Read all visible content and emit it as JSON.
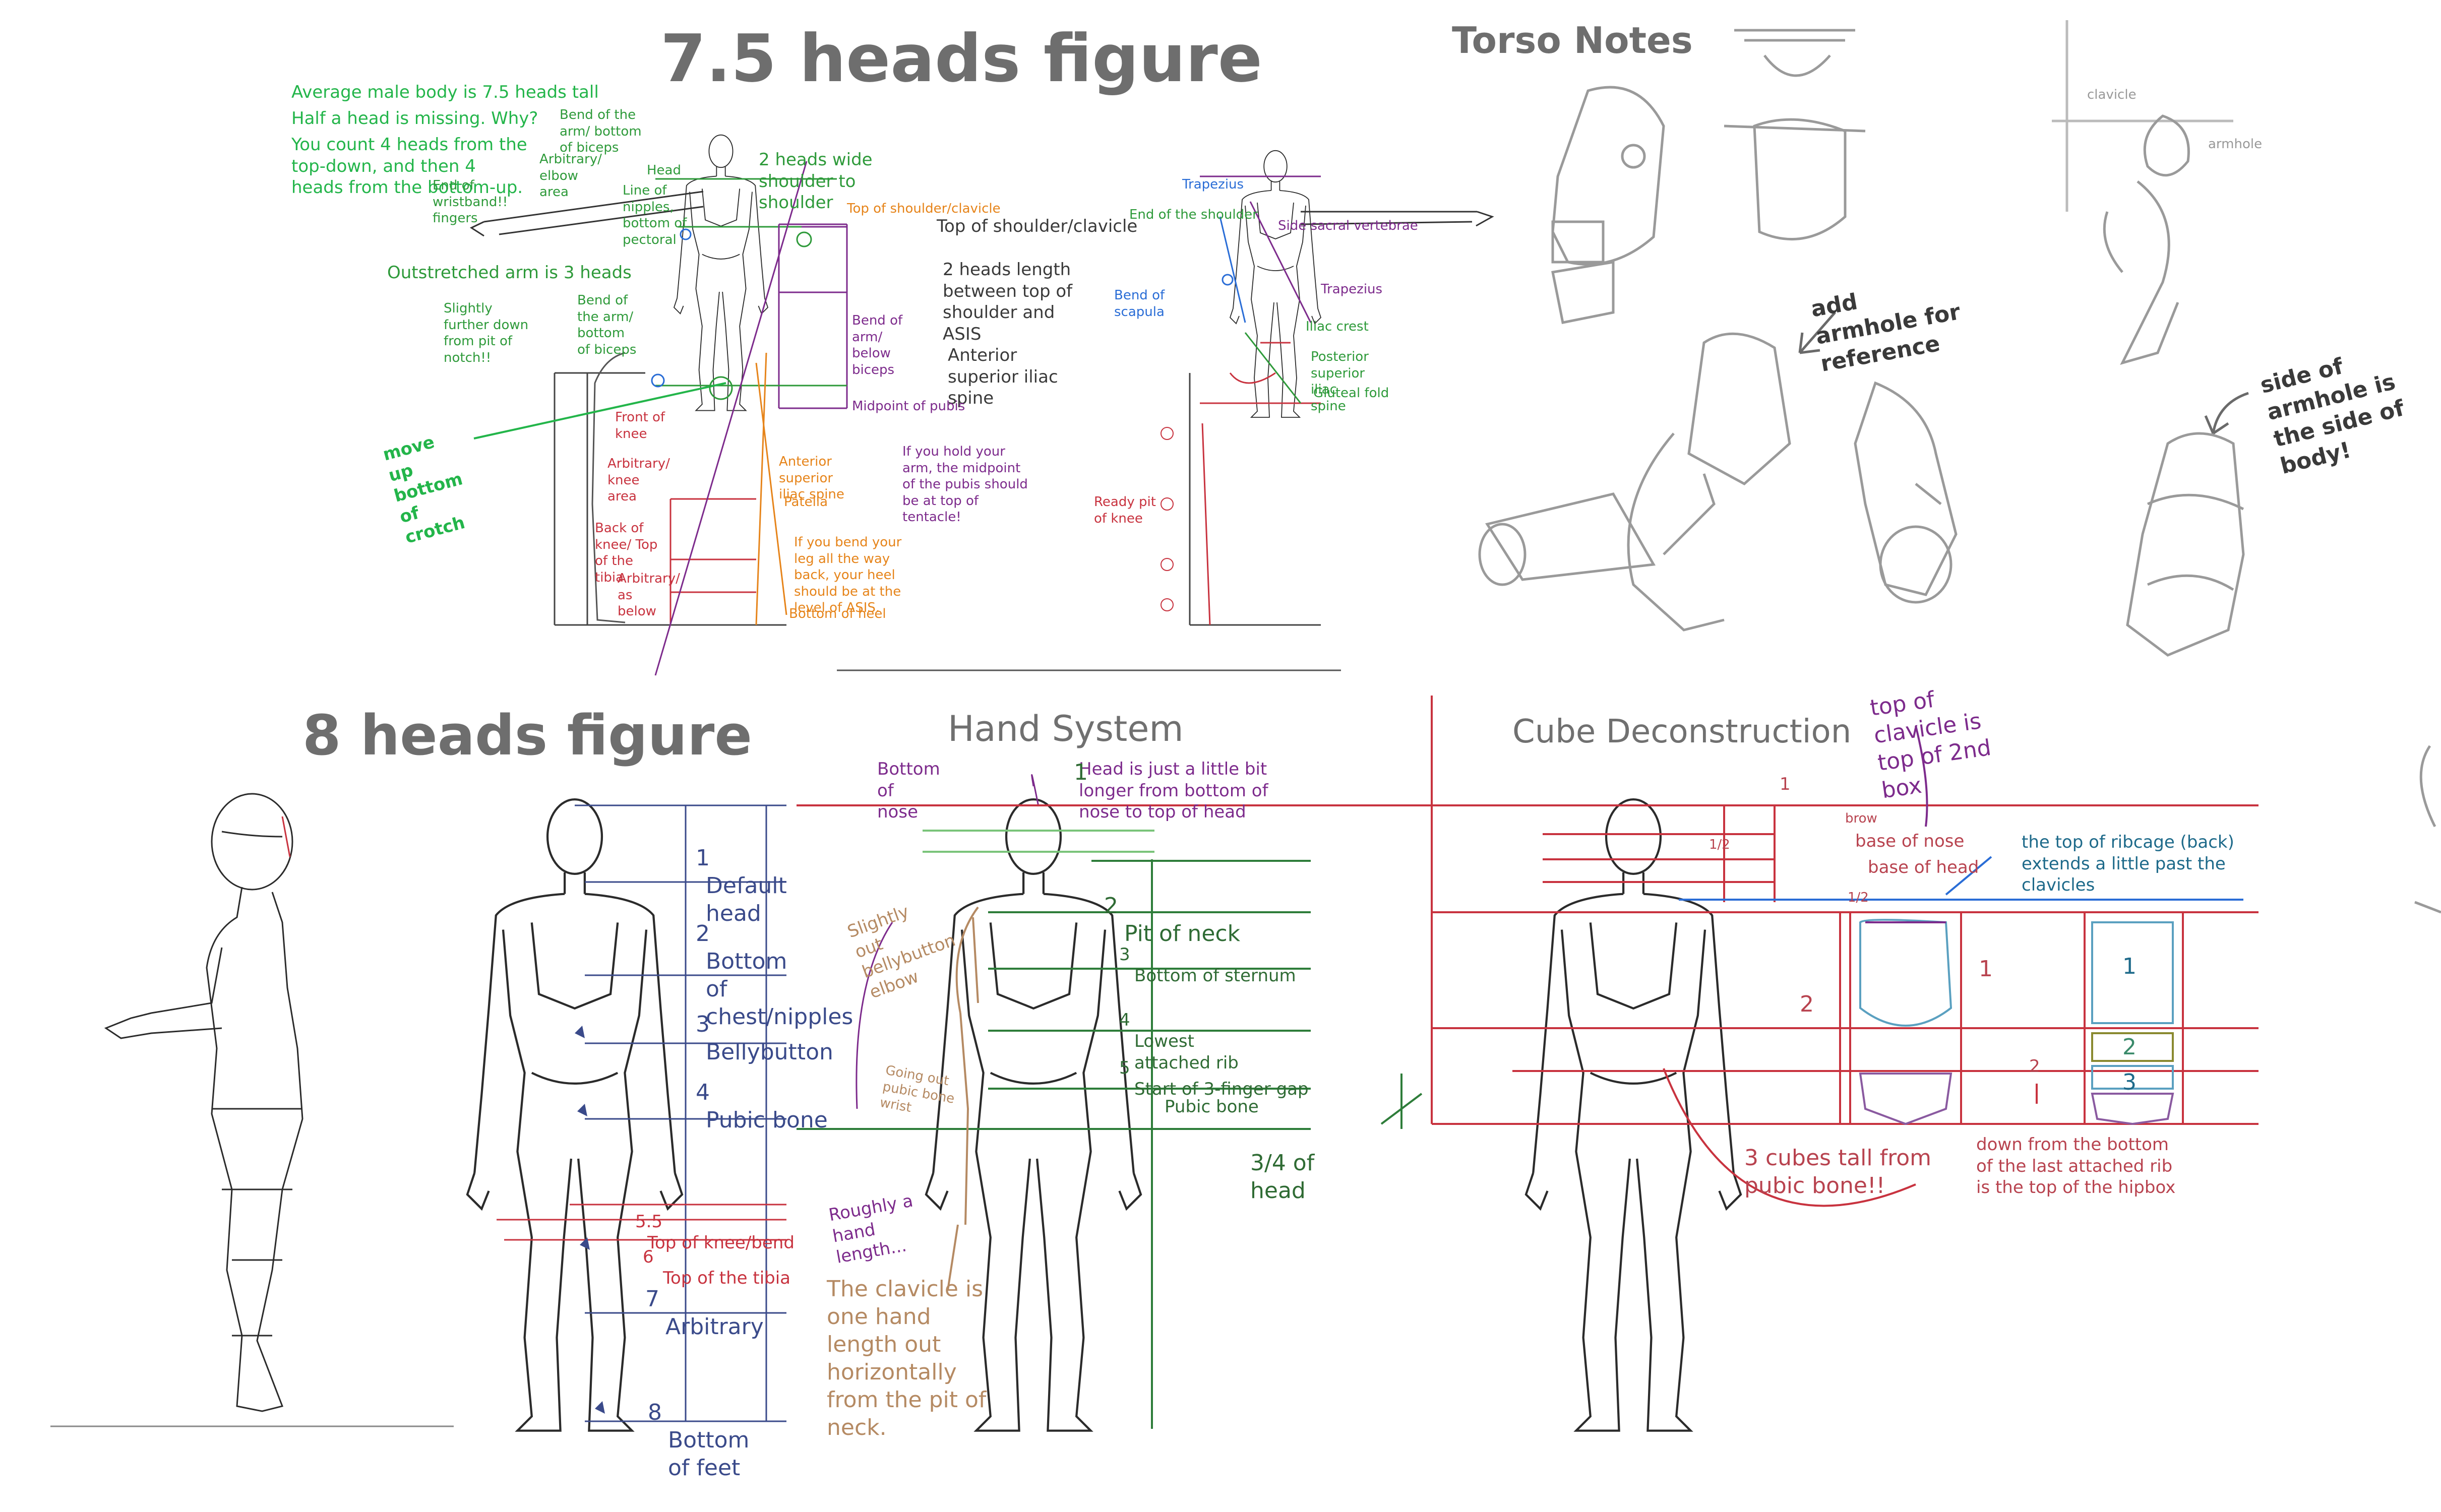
{
  "titles": {
    "seven_five": "7.5 heads figure",
    "torso": "Torso Notes",
    "eight": "8 heads figure",
    "hand": "Hand System",
    "cube": "Cube Deconstruction"
  },
  "notes_75": {
    "intro": [
      "Average male body is 7.5 heads tall",
      "Half a head is missing. Why?",
      "You count 4 heads from the top-down, and then 4 heads from the bottom-up."
    ],
    "move_up": "move up bottom of crotch",
    "outstretched": "Outstretched arm is 3 heads",
    "slightly_farther": "Slightly further down from pit of notch!!",
    "end_wrist": "End of wristband!! fingers",
    "arbitrary_elbow": "Arbitrary/ elbow area",
    "bend_arm": "Bend of the arm/ bottom of biceps",
    "head": "Head",
    "line_nipples": "Line of nipples, bottom of pectoral",
    "two_heads_wide": "2 heads wide shoulder to shoulder",
    "top_shoulder": "Top of shoulder/clavicle",
    "top_shoulder2": "Top of shoulder/clavicle",
    "two_heads_length": "2 heads length between top of shoulder and ASIS",
    "bend_arm2": "Bend of arm/ below biceps",
    "asis": "Anterior superior iliac spine",
    "midpoint": "Midpoint of pubis",
    "if_hold": "If you hold your arm, the midpoint of the pubis should be at top of tentacle!",
    "anterior_superior": "Anterior superior iliac spine",
    "patella": "Patella",
    "if_bend": "If you bend your leg all the way back, your heel should be at the level of ASIS.",
    "bottom_heel": "Bottom of heel",
    "front_of_knee": "Front of knee",
    "arbitrary_knee": "Arbitrary/ knee area",
    "top_tibia": "Back of knee/ Top of the tibia",
    "arbitrary_below": "Arbitrary/ as below",
    "bend_arm_side": "Bend of the arm/ bottom of biceps",
    "end_shoulder": "End of the shoulder",
    "trapezius": "Trapezius",
    "bend_scapula": "Bend of scapula",
    "side_sacral": "Side sacral vertebrae",
    "iliac_crest": "Iliac crest",
    "posterior_superior": "Posterior superior iliac spine",
    "gluteal": "Gluteal fold",
    "back_knee": "Ready pit of knee"
  },
  "torso": {
    "add_armhole": "add armhole for reference",
    "side_armhole": "side of armhole is the side of body!",
    "clavicle": "clavicle",
    "armhole": "armhole"
  },
  "eight": {
    "labels": [
      {
        "num": "1",
        "text": "Default head"
      },
      {
        "num": "2",
        "text": "Bottom of chest/nipples"
      },
      {
        "num": "3",
        "text": "Bellybutton"
      },
      {
        "num": "4",
        "text": "Pubic bone"
      },
      {
        "num": "5.5",
        "text": "Top of knee/bend"
      },
      {
        "num": "6",
        "text": "Top of the tibia"
      },
      {
        "num": "7",
        "text": "Arbitrary"
      },
      {
        "num": "8",
        "text": "Bottom of feet"
      }
    ]
  },
  "hand": {
    "bottom_nose": "Bottom of nose",
    "head_longer": "Head is just a little bit longer from bottom of nose to top of head",
    "labels": [
      {
        "num": "1",
        "text": ""
      },
      {
        "num": "2",
        "text": "Pit of neck"
      },
      {
        "num": "3",
        "text": "Bottom of sternum"
      },
      {
        "num": "4",
        "text": "Lowest attached rib"
      },
      {
        "num": "5",
        "text": "Start of 3-finger gap"
      },
      {
        "num": "",
        "text": "Pubic bone"
      }
    ],
    "slightly_out": "Slightly out bellybutton elbow",
    "going_out": "Going out pubic bone wrist",
    "roughly": "Roughly a hand length...",
    "clavicle": "The clavicle is one hand length out horizontally from the pit of neck.",
    "three_quarter": "3/4 of head"
  },
  "cube": {
    "top_clavicle": "top of clavicle is top of 2nd box",
    "brow": "brow",
    "base_nose": "base of nose",
    "base_head": "base of head",
    "top_ribcage": "the top of ribcage (back) extends a little past the clavicles",
    "half": "1/2",
    "one": "1",
    "two": "2",
    "three": "3",
    "three_cubes": "3 cubes tall from pubic bone!!",
    "down_from": "down from the bottom of the last attached rib is the top of the hipbox"
  }
}
